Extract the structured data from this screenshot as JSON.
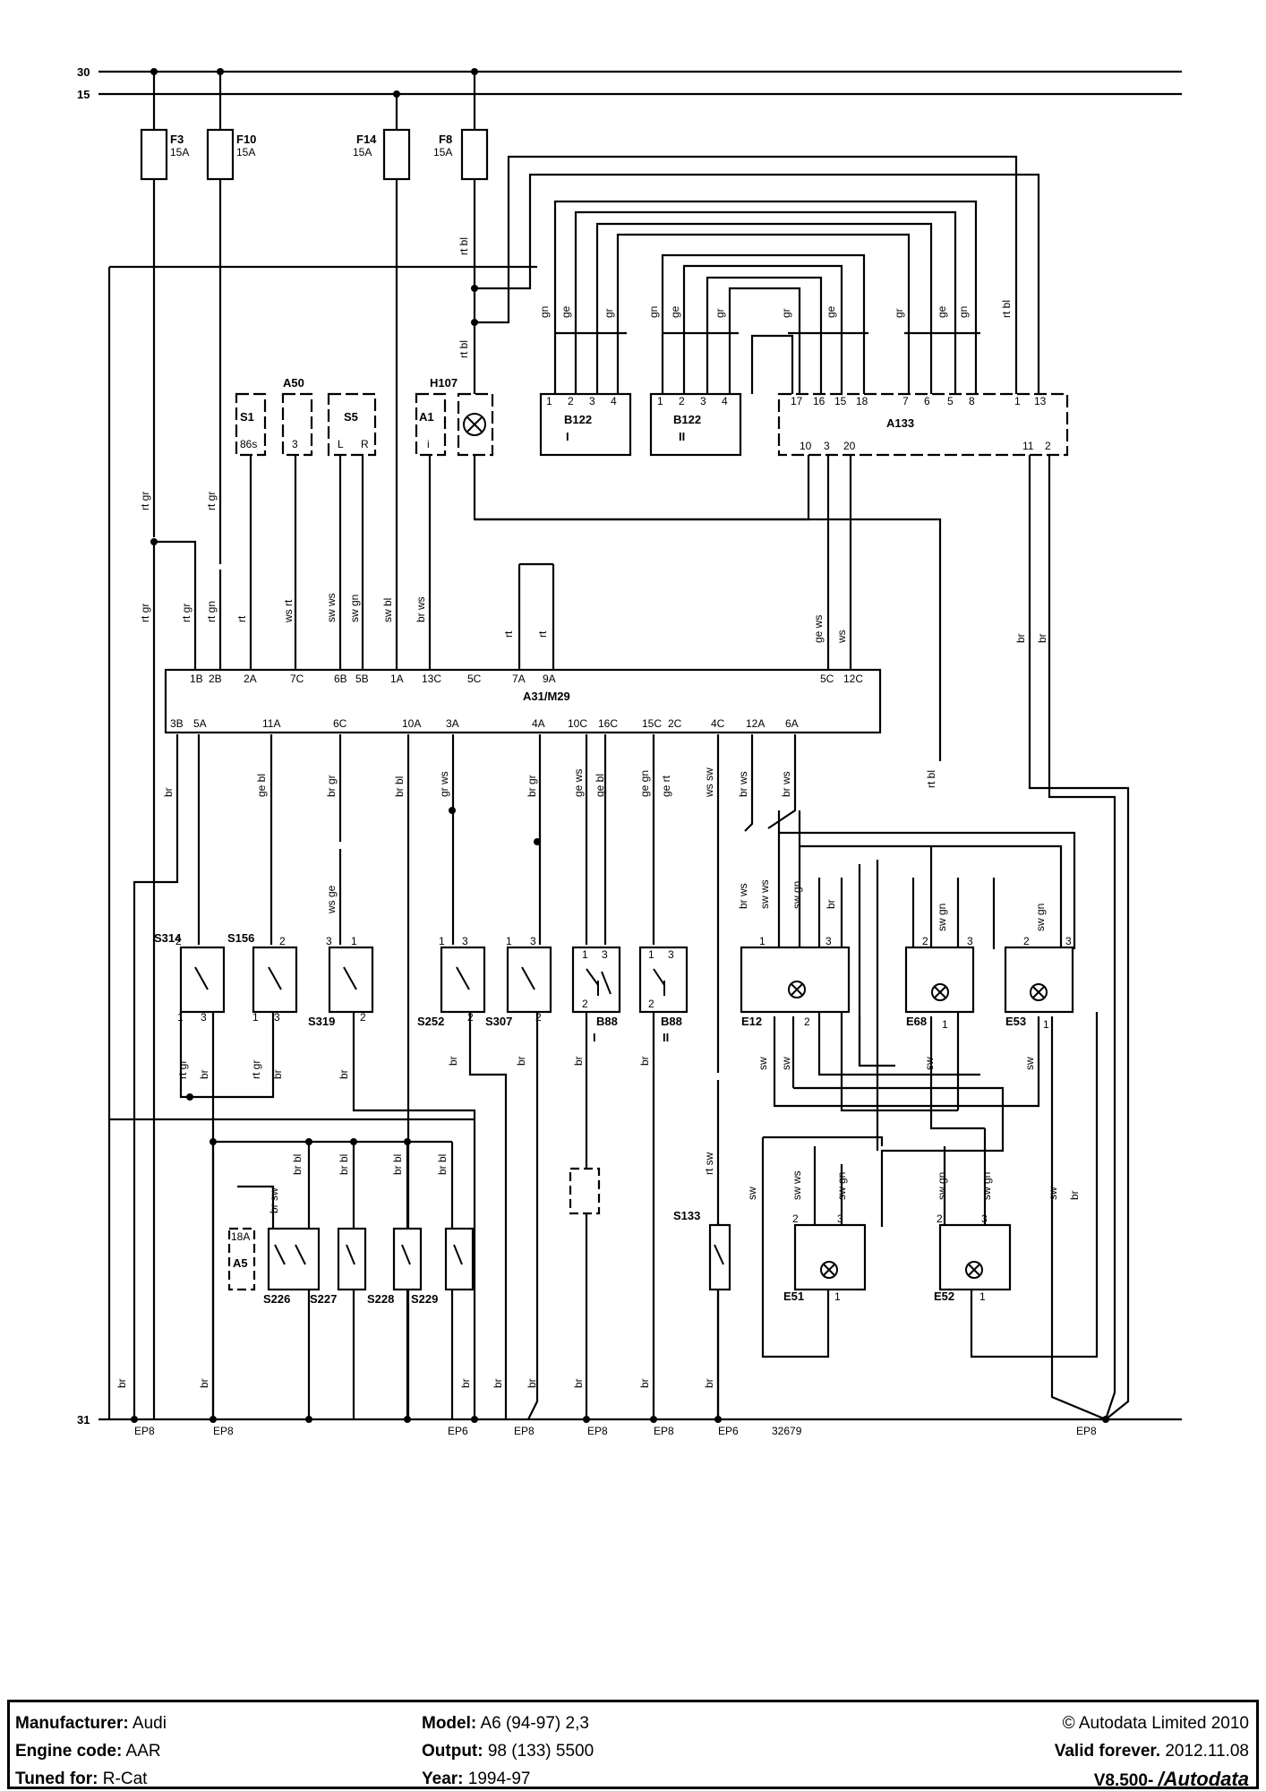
{
  "rails": {
    "r30": "30",
    "r15": "15",
    "r31": "31"
  },
  "fuses": [
    {
      "name": "F3",
      "rating": "15A"
    },
    {
      "name": "F10",
      "rating": "15A"
    },
    {
      "name": "F14",
      "rating": "15A"
    },
    {
      "name": "F8",
      "rating": "15A"
    }
  ],
  "components": {
    "S1": "S1",
    "S1_pin": "86s",
    "A50": "A50",
    "A50_pin": "3",
    "S5": "S5",
    "S5_L": "L",
    "S5_R": "R",
    "A1": "A1",
    "A1_pin": "i",
    "H107": "H107",
    "B122": "B122",
    "B122_I": "I",
    "B122_II": "II",
    "A133": "A133",
    "A31": "A31/M29",
    "S314": "S314",
    "S156": "S156",
    "S319": "S319",
    "S252": "S252",
    "S307": "S307",
    "B88": "B88",
    "B88_I": "I",
    "B88_II": "II",
    "E12": "E12",
    "E68": "E68",
    "E53": "E53",
    "A5": "A5",
    "A5_pin": "18A",
    "S226": "S226",
    "S227": "S227",
    "S228": "S228",
    "S229": "S229",
    "S133": "S133",
    "E51": "E51",
    "E52": "E52"
  },
  "connector_pins": {
    "b122": [
      "1",
      "2",
      "3",
      "4"
    ],
    "a133_top": [
      "17",
      "16",
      "15",
      "18",
      "7",
      "6",
      "5",
      "8",
      "1",
      "13"
    ],
    "a133_bot": [
      "10",
      "3",
      "20",
      "11",
      "2"
    ],
    "a31_top": [
      "1B",
      "2B",
      "2A",
      "7C",
      "6B",
      "5B",
      "1A",
      "13C",
      "5C",
      "7A",
      "9A",
      "5C",
      "12C"
    ],
    "a31_bot": [
      "3B",
      "5A",
      "11A",
      "6C",
      "10A",
      "3A",
      "4A",
      "10C",
      "16C",
      "15C",
      "2C",
      "4C",
      "12A",
      "6A"
    ]
  },
  "switch_pins": {
    "p1": "1",
    "p2": "2",
    "p3": "3"
  },
  "wire_colors": {
    "rt_bl": "rt bl",
    "rt_gr": "rt gr",
    "rt_gn": "rt gn",
    "rt": "rt",
    "ws_rt": "ws rt",
    "sw_ws": "sw ws",
    "sw_gn": "sw gn",
    "sw_bl": "sw bl",
    "br_ws": "br ws",
    "ge_ws": "ge ws",
    "ws": "ws",
    "br": "br",
    "gn": "gn",
    "ge": "ge",
    "gr": "gr",
    "ge_bl": "ge bl",
    "br_gr": "br gr",
    "br_bl": "br bl",
    "gr_ws": "gr ws",
    "ge_gn": "ge gn",
    "ge_rt": "ge rt",
    "ws_sw": "ws sw",
    "ws_ge": "ws ge",
    "br_sw": "br sw",
    "rt_sw": "rt sw",
    "sw": "sw"
  },
  "grounds": {
    "ep8": "EP8",
    "ep6": "EP6",
    "ref": "32679"
  },
  "footer": {
    "manufacturer_label": "Manufacturer:",
    "manufacturer": "Audi",
    "engine_label": "Engine code:",
    "engine": "AAR",
    "tuned_label": "Tuned for:",
    "tuned": "R-Cat",
    "model_label": "Model:",
    "model": "A6 (94-97) 2,3",
    "output_label": "Output:",
    "output": "98 (133) 5500",
    "year_label": "Year:",
    "year": "1994-97",
    "copyright": "© Autodata Limited 2010",
    "valid_label": "Valid forever.",
    "valid_date": "2012.11.08",
    "version": "V8.500-",
    "brand": "/Autodata"
  }
}
